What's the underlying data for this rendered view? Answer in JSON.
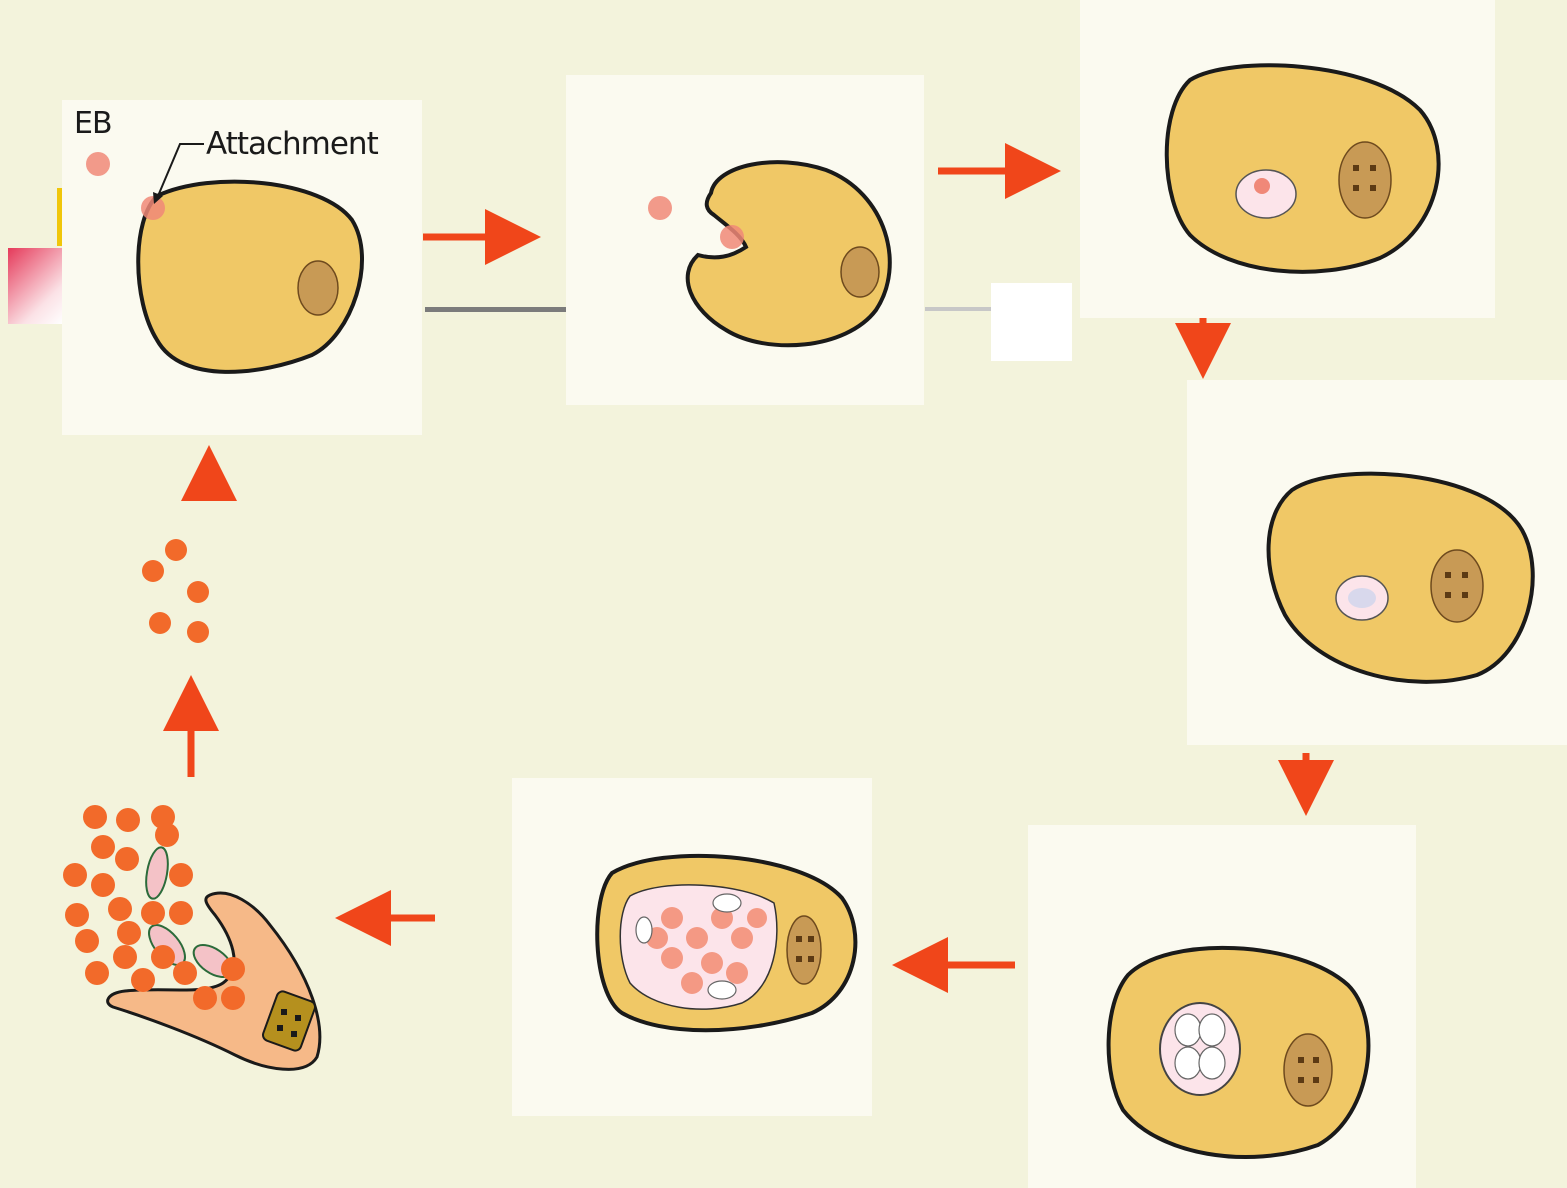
{
  "labels": {
    "eb": "EB",
    "attachment": "Attachment"
  },
  "colors": {
    "background": "#f3f3dc",
    "panel": "#fbfaf0",
    "cytoplasm": "#f0c866",
    "membrane": "#1a1a1a",
    "nucleus": "#c89a55",
    "arrow": "#f0461a",
    "elementary_body": "#f26a2a",
    "reticulate_body": "#f3b9c8",
    "inclusion": "#fce4ea",
    "lysed_cell": "#f6b988"
  },
  "icons": {
    "arrow": "red-arrow",
    "cell": "host-cell",
    "particle": "elementary-body"
  }
}
